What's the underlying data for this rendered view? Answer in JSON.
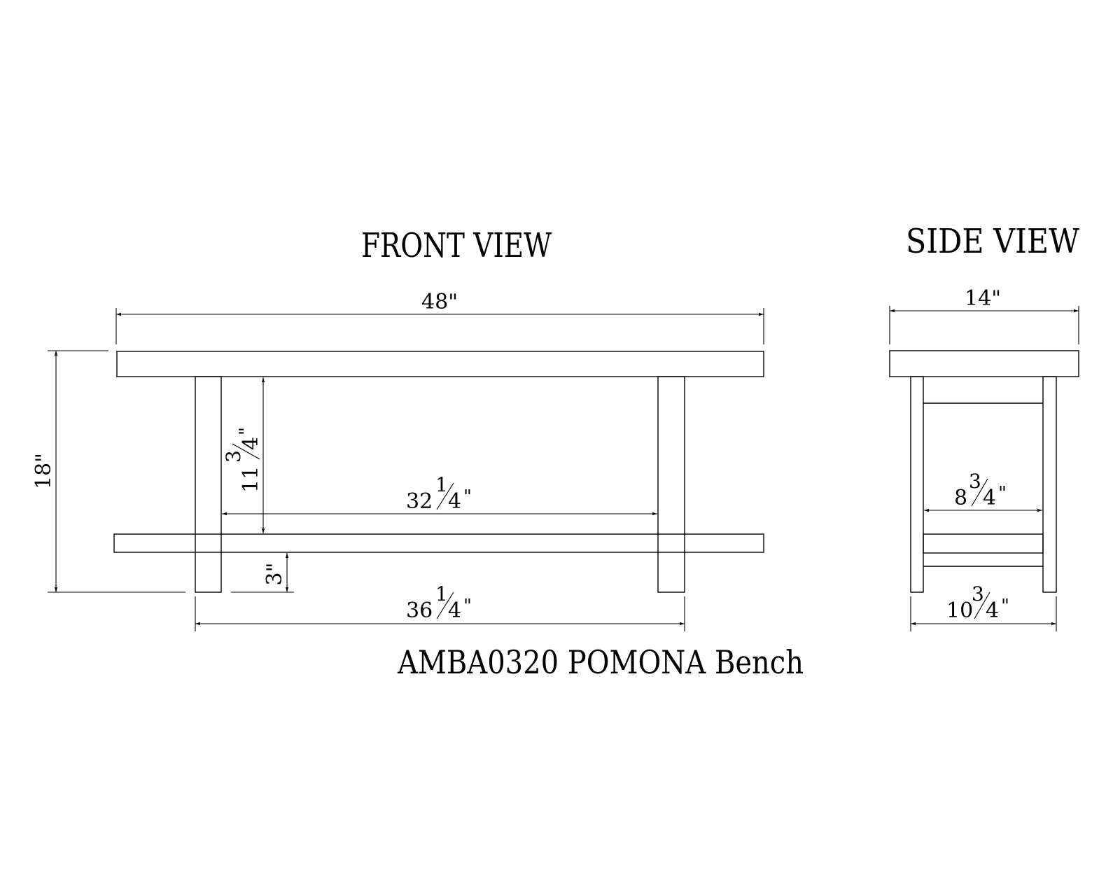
{
  "title": "AMBA0320 POMONA Bench",
  "front_view": {
    "label": "FRONT VIEW",
    "dims": {
      "overall_width": {
        "whole": "48",
        "frac_num": "",
        "frac_den": "",
        "unit": "\""
      },
      "height": {
        "whole": "18",
        "frac_num": "",
        "frac_den": "",
        "unit": "\""
      },
      "inner_height": {
        "whole": "11",
        "frac_num": "3",
        "frac_den": "4",
        "unit": "\""
      },
      "inner_span": {
        "whole": "32",
        "frac_num": "1",
        "frac_den": "4",
        "unit": "\""
      },
      "shelf_clearance": {
        "whole": "3",
        "frac_num": "",
        "frac_den": "",
        "unit": "\""
      },
      "leg_span": {
        "whole": "36",
        "frac_num": "1",
        "frac_den": "4",
        "unit": "\""
      }
    }
  },
  "side_view": {
    "label": "SIDE VIEW",
    "dims": {
      "depth": {
        "whole": "14",
        "frac_num": "",
        "frac_den": "",
        "unit": "\""
      },
      "inner_depth": {
        "whole": "8",
        "frac_num": "3",
        "frac_den": "4",
        "unit": "\""
      },
      "leg_depth": {
        "whole": "10",
        "frac_num": "3",
        "frac_den": "4",
        "unit": "\""
      }
    }
  }
}
